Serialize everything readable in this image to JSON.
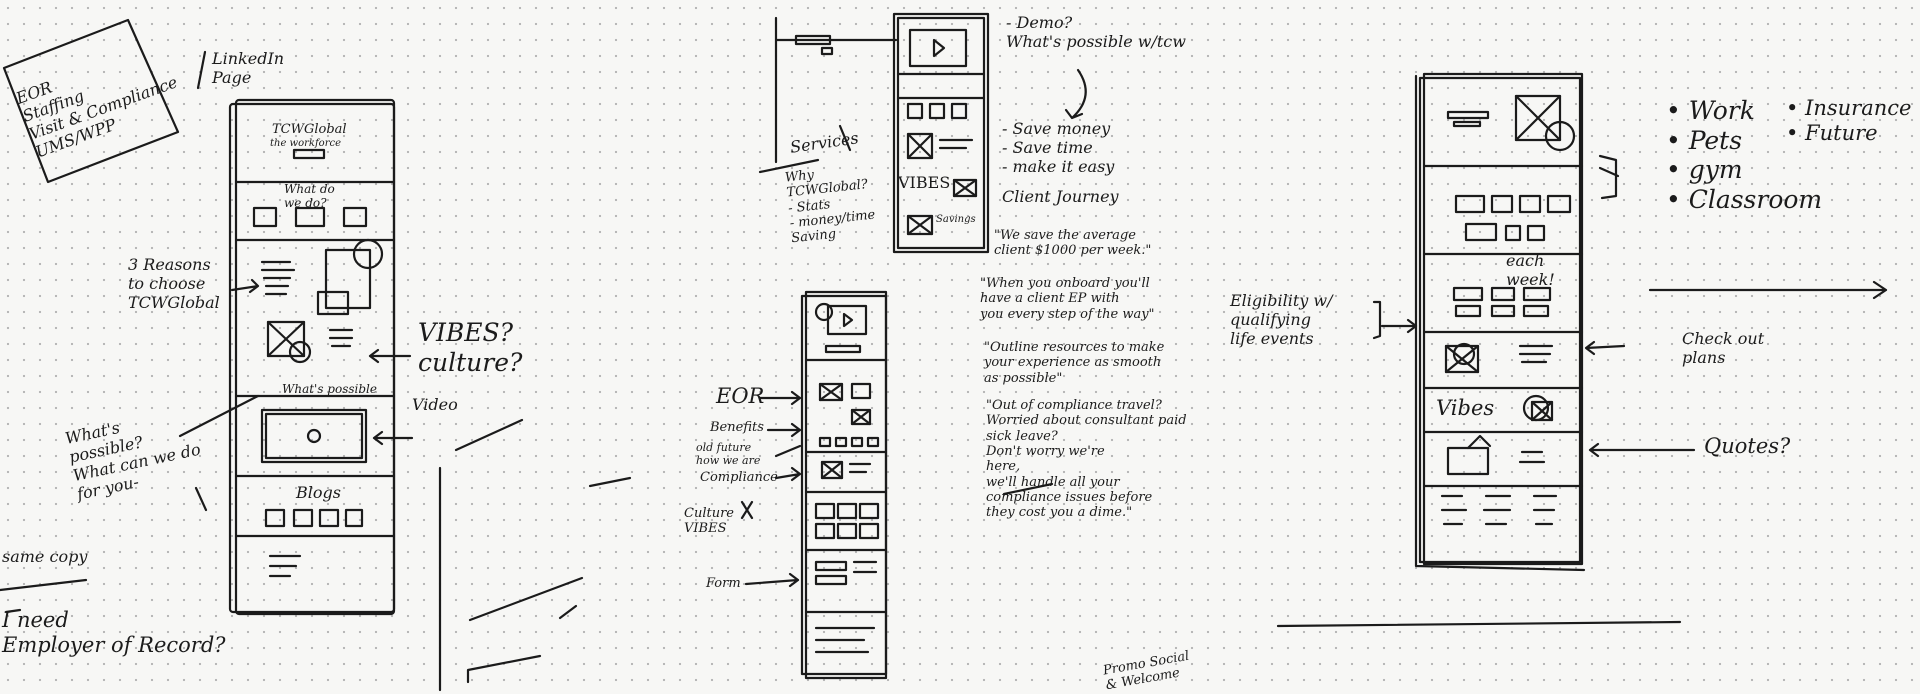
{
  "sheets": {
    "left": {
      "eor_box": "EOR\nStaffing\nVisit & Compliance\nUMS/WPP",
      "linkedin_page": "LinkedIn\nPage",
      "hero_title": "TCWGlobal",
      "hero_subtitle": "the workforce",
      "what_do_we_do": "What do\nwe do?",
      "three_reasons": "3 Reasons\nto choose\nTCWGlobal",
      "vibes_culture": "VIBES?\nculture?",
      "whats_possible_label": "What's possible",
      "video": "Video",
      "whats_possible_q": "What's\npossible?\nWhat can we do\nfor you-",
      "blogs": "Blogs",
      "same_copy": "same copy",
      "i_need_eor": "I need\nEmployer of Record?"
    },
    "middle": {
      "demo": "- Demo?\nWhat's possible w/tcw",
      "services": "Services",
      "why_tcwglobal": "Why\nTCWGlobal?\n- Stats\n- money/time\nSaving",
      "save_list": "- Save money\n- Save time\n- make it easy",
      "client_journey": "Client Journey",
      "vibes_mock": "VIBES",
      "saves_mock": "Savings",
      "avg_quote": "\"We save the average\nclient $1000 per week.\"",
      "onboard_quote": "\"When you onboard you'll\nhave a client EP with\nyou every step of the way\"",
      "outline_quote": "\"Outline resources to make\nyour experience as smooth\nas possible\"",
      "compliance_quote": "\"Out of compliance travel?\nWorried about consultant paid\nsick leave?\nDon't worry we're\nhere,\nwe'll handle all your\ncompliance issues before\nthey cost you a dime.\"",
      "eor": "EOR",
      "benefits": "Benefits",
      "old_future": "old future\nhow we are",
      "compliance": "Compliance",
      "culture_vibes": "Culture\nVIBES",
      "form": "Form",
      "promo_bottom": "Promo Social\n& Welcome"
    },
    "right": {
      "categories_a": "• Work\n• Pets\n• gym\n• Classroom",
      "categories_b": "• Insurance\n• Future",
      "each_week": "each\nweek!",
      "eligibility": "Eligibility w/\nqualifying\nlife events",
      "check_out_plans": "Check out\nplans",
      "vibes_right": "Vibes",
      "quotes": "Quotes?"
    }
  }
}
